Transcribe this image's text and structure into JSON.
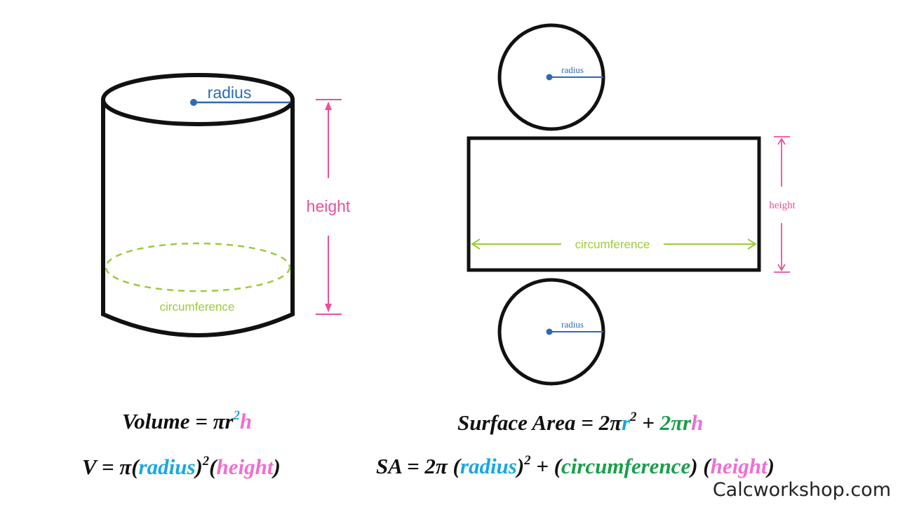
{
  "colors": {
    "outline": "#111111",
    "radius": "#2a6ab8",
    "height": "#e8509a",
    "circumference": "#9ccb3b",
    "formula_text": "#111111",
    "formula_radius": "#1aa7e0",
    "formula_height": "#ef6fd0",
    "formula_circumference": "#1a9e4a"
  },
  "cylinder": {
    "radius_label": "radius",
    "height_label": "height",
    "circumference_label": "circumference"
  },
  "net": {
    "top_radius_label": "radius",
    "bottom_radius_label": "radius",
    "height_label": "height",
    "circumference_label": "circumference"
  },
  "formulas": {
    "volume": {
      "prefix": "Volume = πr",
      "exponent": "2",
      "h": "h"
    },
    "volume_expanded": {
      "prefix": "V = π(",
      "radius": "radius",
      "close": ")",
      "exponent": "2",
      "open": "(",
      "height": "height",
      "suffix": ")"
    },
    "surface_area": {
      "prefix": "Surface Area = 2π",
      "r": "r",
      "exponent": "2",
      "plus": " + ",
      "two_pi_r": "2πr",
      "h": "h"
    },
    "surface_area_expanded": {
      "prefix": "SA = 2π (",
      "radius": "radius",
      "close": ")",
      "exponent": "2",
      "plus": " + (",
      "circumference": "circumference",
      "mid": ") (",
      "height": "height",
      "suffix": ")"
    }
  },
  "watermark": "Calcworkshop.com"
}
